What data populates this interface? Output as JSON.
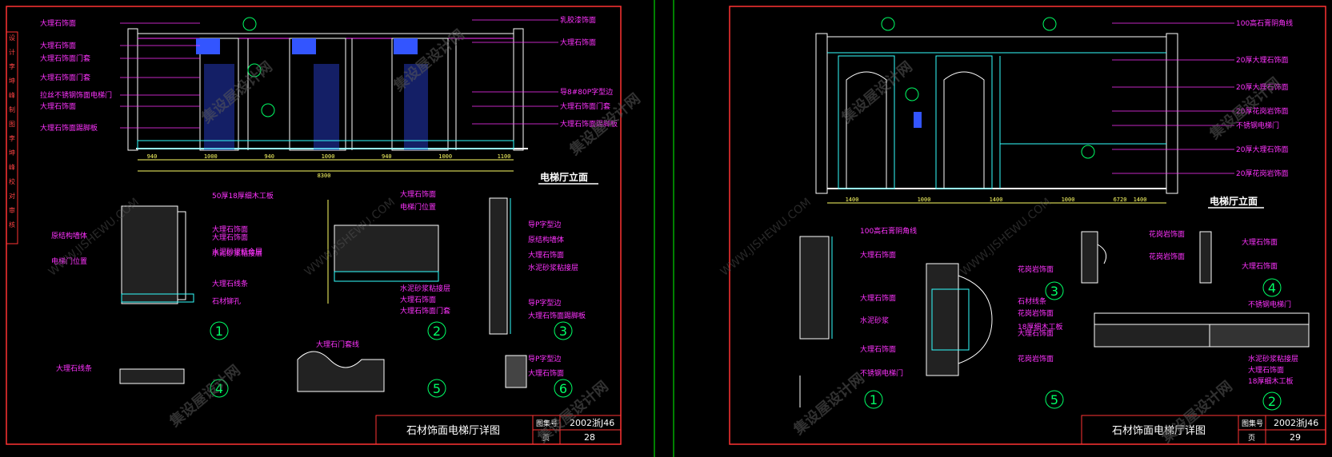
{
  "sheets": [
    {
      "elevation_title": "电梯厅立面",
      "title_block": {
        "drawing_name": "石材饰面电梯厅详图",
        "atlas_label": "图集号",
        "atlas_no": "2002浙J46",
        "page_label": "页",
        "page_no": "28"
      },
      "elev_labels": [
        "大理石饰面",
        "大理石饰面",
        "大理石饰面门套",
        "大理石饰面门套",
        "拉丝不锈钢饰面电梯门",
        "大理石饰面",
        "大理石饰面踢脚板",
        "乳胶漆饰面",
        "大理石饰面",
        "导8#80P字型边",
        "大理石饰面门套",
        "大理石饰面踢脚板"
      ],
      "dims_bottom": [
        "940",
        "1000",
        "940",
        "1000",
        "940",
        "1000",
        "1100"
      ],
      "dims_total": "8300",
      "detail_labels": [
        "50厚18厚细木工板",
        "水泥砂浆结合层",
        "原结构墙体",
        "电梯门位置",
        "大理石饰面",
        "水泥砂浆粘接层",
        "大理石线条",
        "石材铆孔",
        "大理石饰面",
        "大理石饰面",
        "电梯门位置",
        "水泥砂浆粘接层",
        "大理石饰面",
        "大理石饰面门套",
        "导P字型边",
        "原结构墙体",
        "大理石饰面",
        "水泥砂浆粘接层",
        "导P字型边",
        "大理石饰面踢脚板",
        "大理石线条",
        "大理石门套线",
        "导P字型边",
        "大理石饰面"
      ],
      "detail_numbers": [
        "1",
        "2",
        "3",
        "4",
        "5",
        "6"
      ]
    },
    {
      "elevation_title": "电梯厅立面",
      "title_block": {
        "drawing_name": "石材饰面电梯厅详图",
        "atlas_label": "图集号",
        "atlas_no": "2002浙J46",
        "page_label": "页",
        "page_no": "29"
      },
      "elev_labels": [
        "100高石膏阴角线",
        "20厚大理石饰面",
        "20厚大理石饰面",
        "20厚花岗岩饰面",
        "不锈钢电梯门",
        "20厚大理石饰面",
        "20厚花岗岩饰面"
      ],
      "dims_bottom": [
        "1400",
        "1000",
        "1400",
        "1000",
        "1400"
      ],
      "dims_total": "6720",
      "detail_labels": [
        "100高石膏阴角线",
        "大理石饰面",
        "大理石饰面",
        "水泥砂浆",
        "大理石饰面",
        "不锈钢电梯门",
        "花岗岩饰面",
        "花岗岩饰面",
        "大理石饰面",
        "花岗岩饰面",
        "18厚细木工板",
        "石材线条",
        "花岗岩饰面",
        "花岗岩饰面",
        "不锈钢电梯门",
        "水泥砂浆粘接层",
        "大理石饰面",
        "18厚细木工板",
        "大理石饰面",
        "大理石饰面"
      ],
      "detail_numbers": [
        "1",
        "2",
        "3",
        "4",
        "5"
      ]
    }
  ],
  "side_strip": [
    "设",
    "计",
    "李",
    "坤",
    "峰",
    "制",
    "图",
    "李",
    "坤",
    "峰",
    "校",
    "对",
    "审",
    "核"
  ],
  "watermark": {
    "cn": "集设屋设计网",
    "en": "WWW.JISHEWU.COM"
  },
  "colors": {
    "background": "#000000",
    "frame": "#ff3333",
    "walls": "#ffffff",
    "leaders": "#ff33ff",
    "dimensions": "#ffff66",
    "fill_blue": "#3355ff",
    "accent_cyan": "#33ffff",
    "detail_num": "#00ff66"
  }
}
